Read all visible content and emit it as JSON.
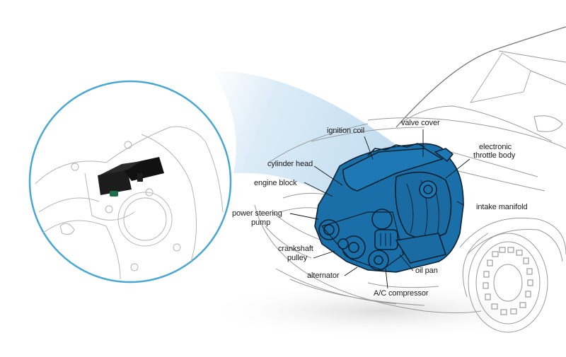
{
  "diagram": {
    "subject": "engine compartment with sensor callout",
    "colors": {
      "engine_fill": "#1a6fa8",
      "engine_outline": "#0b2233",
      "callout_ring": "#4aa8d0",
      "beam_start": "#d6e9f5",
      "beam_end": "#ffffff",
      "car_lines": "#9a9a9a",
      "sensor_body": "#1c1c1c",
      "sensor_seal": "#1f6e4a",
      "label_text": "#1a1a1a"
    },
    "callout": {
      "name": "sensor detail view",
      "shape": "circle"
    },
    "labels": [
      {
        "id": "ignition-coil",
        "text": "ignition coil"
      },
      {
        "id": "valve-cover",
        "text": "valve cover"
      },
      {
        "id": "electronic-throttle-body-1",
        "text": "electronic"
      },
      {
        "id": "electronic-throttle-body-2",
        "text": "throttle body"
      },
      {
        "id": "cylinder-head",
        "text": "cylinder head"
      },
      {
        "id": "engine-block",
        "text": "engine block"
      },
      {
        "id": "intake-manifold",
        "text": "intake manifold"
      },
      {
        "id": "power-steering-pump-1",
        "text": "power steering"
      },
      {
        "id": "power-steering-pump-2",
        "text": "pump"
      },
      {
        "id": "crankshaft-pulley-1",
        "text": "crankshaft"
      },
      {
        "id": "crankshaft-pulley-2",
        "text": "pulley"
      },
      {
        "id": "oil-pan",
        "text": "oil pan"
      },
      {
        "id": "alternator",
        "text": "alternator"
      },
      {
        "id": "ac-compressor",
        "text": "A/C compressor"
      }
    ]
  }
}
